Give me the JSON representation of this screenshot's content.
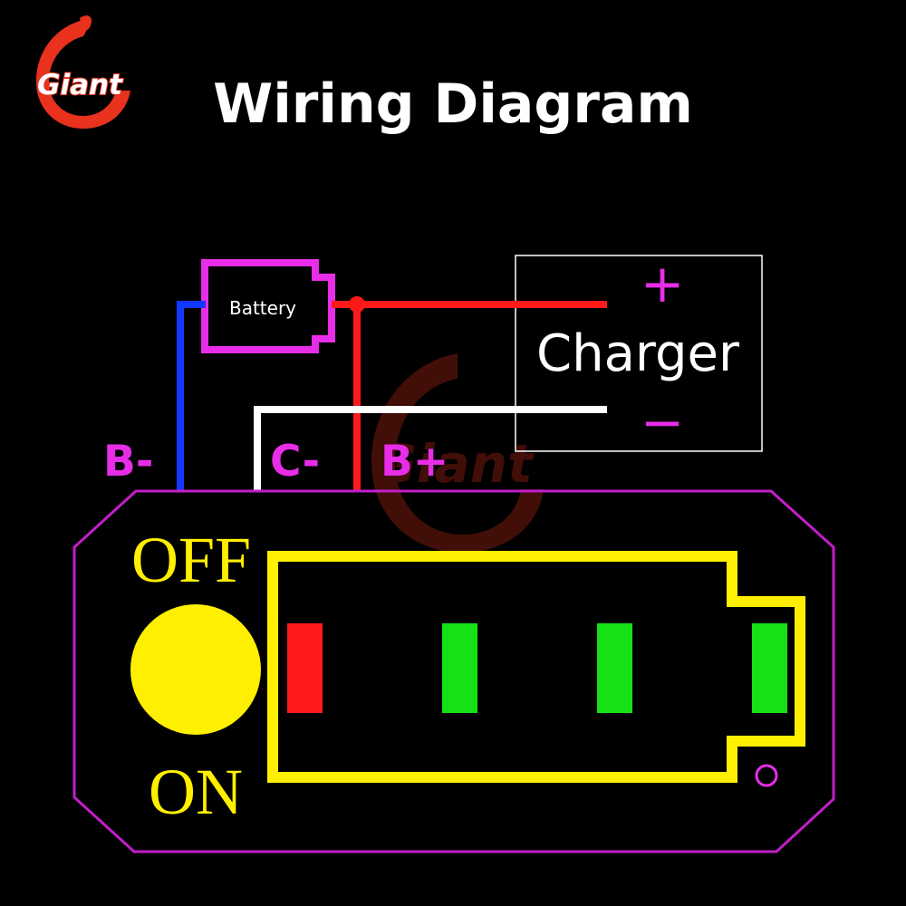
{
  "title": "Wiring Diagram",
  "logo": {
    "text": "Giant",
    "color": "#e8321e"
  },
  "watermark": {
    "text": "Giant"
  },
  "battery": {
    "label": "Battery"
  },
  "charger": {
    "label": "Charger",
    "plus": "+",
    "minus": "−"
  },
  "terminals": {
    "b_minus": "B-",
    "c_minus": "C-",
    "b_plus": "B+"
  },
  "switch": {
    "off_label": "OFF",
    "on_label": "ON"
  },
  "indicator": {
    "leds": [
      {
        "color": "#ff1a1a",
        "name": "led-red"
      },
      {
        "color": "#16e016",
        "name": "led-green-1"
      },
      {
        "color": "#16e016",
        "name": "led-green-2"
      },
      {
        "color": "#16e016",
        "name": "led-green-3"
      }
    ]
  },
  "colors": {
    "board_outline": "#c21ec9",
    "magenta": "#e82de8",
    "wire_negative": "#1238ff",
    "wire_positive": "#ff1a1a",
    "wire_charger_negative": "#ffffff",
    "yellow": "#ffef00",
    "background": "#000000"
  }
}
